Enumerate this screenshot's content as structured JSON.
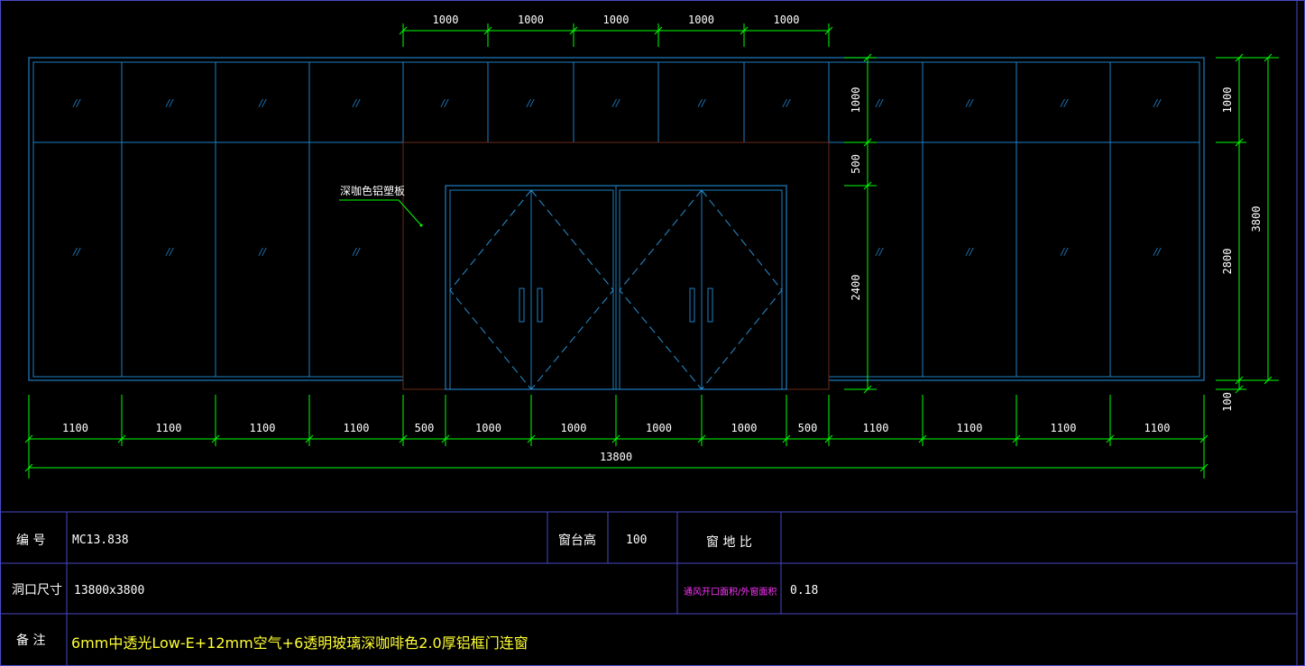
{
  "drawing": {
    "top_dims": [
      "1000",
      "1000",
      "1000",
      "1000",
      "1000"
    ],
    "right_inner_dims": [
      "1000",
      "500",
      "2400"
    ],
    "right_outer_dims": [
      "1000",
      "2800",
      "3800",
      "100"
    ],
    "bottom_dims": [
      "1100",
      "1100",
      "1100",
      "1100",
      "500",
      "1000",
      "1000",
      "1000",
      "1000",
      "500",
      "1100",
      "1100",
      "1100",
      "1100"
    ],
    "total_width": "13800",
    "panel_label": "深咖色铝塑板",
    "glass_mark": "//"
  },
  "title_block": {
    "code_label": "编 号",
    "code_value": "MC13.838",
    "sill_label": "窗台高",
    "sill_value": "100",
    "ratio_label": "窗 地 比",
    "opening_label": "洞口尺寸",
    "opening_value": "13800x3800",
    "vent_label": "通风开口面积/外窗面积",
    "vent_value": "0.18",
    "note_label": "备 注",
    "note_value": "6mm中透光Low-E+12mm空气+6透明玻璃深咖啡色2.0厚铝框门连窗"
  },
  "colors": {
    "frame": "#1e7fc4",
    "dimension": "#00ff00",
    "table_line": "#4848c8",
    "panel_edge": "#6b2a1a",
    "door_swing": "#2a8fd0"
  }
}
